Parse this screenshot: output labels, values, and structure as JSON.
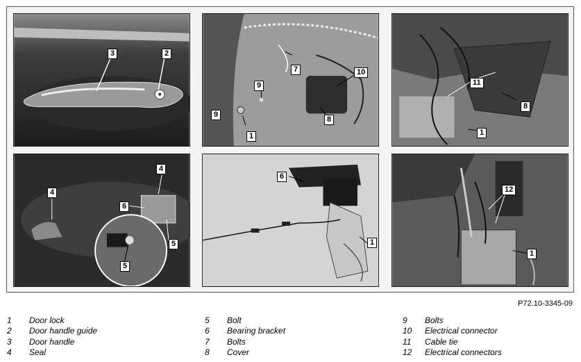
{
  "figure_ref": "P72.10-3345-09",
  "panels": [
    {
      "callouts": [
        "3",
        "2"
      ]
    },
    {
      "callouts": [
        "9",
        "7",
        "10",
        "9",
        "1",
        "8"
      ]
    },
    {
      "callouts": [
        "11",
        "8",
        "1"
      ]
    },
    {
      "callouts": [
        "4",
        "4",
        "6",
        "5",
        "5"
      ]
    },
    {
      "callouts": [
        "6",
        "1"
      ]
    },
    {
      "callouts": [
        "12",
        "1"
      ]
    }
  ],
  "legend": [
    {
      "num": "1",
      "label": "Door lock"
    },
    {
      "num": "2",
      "label": "Door handle guide"
    },
    {
      "num": "3",
      "label": "Door handle"
    },
    {
      "num": "4",
      "label": "Seal"
    },
    {
      "num": "5",
      "label": "Bolt"
    },
    {
      "num": "6",
      "label": "Bearing bracket"
    },
    {
      "num": "7",
      "label": "Bolts"
    },
    {
      "num": "8",
      "label": "Cover"
    },
    {
      "num": "9",
      "label": "Bolts"
    },
    {
      "num": "10",
      "label": "Electrical connector"
    },
    {
      "num": "11",
      "label": "Cable tie"
    },
    {
      "num": "12",
      "label": "Electrical connectors"
    }
  ]
}
